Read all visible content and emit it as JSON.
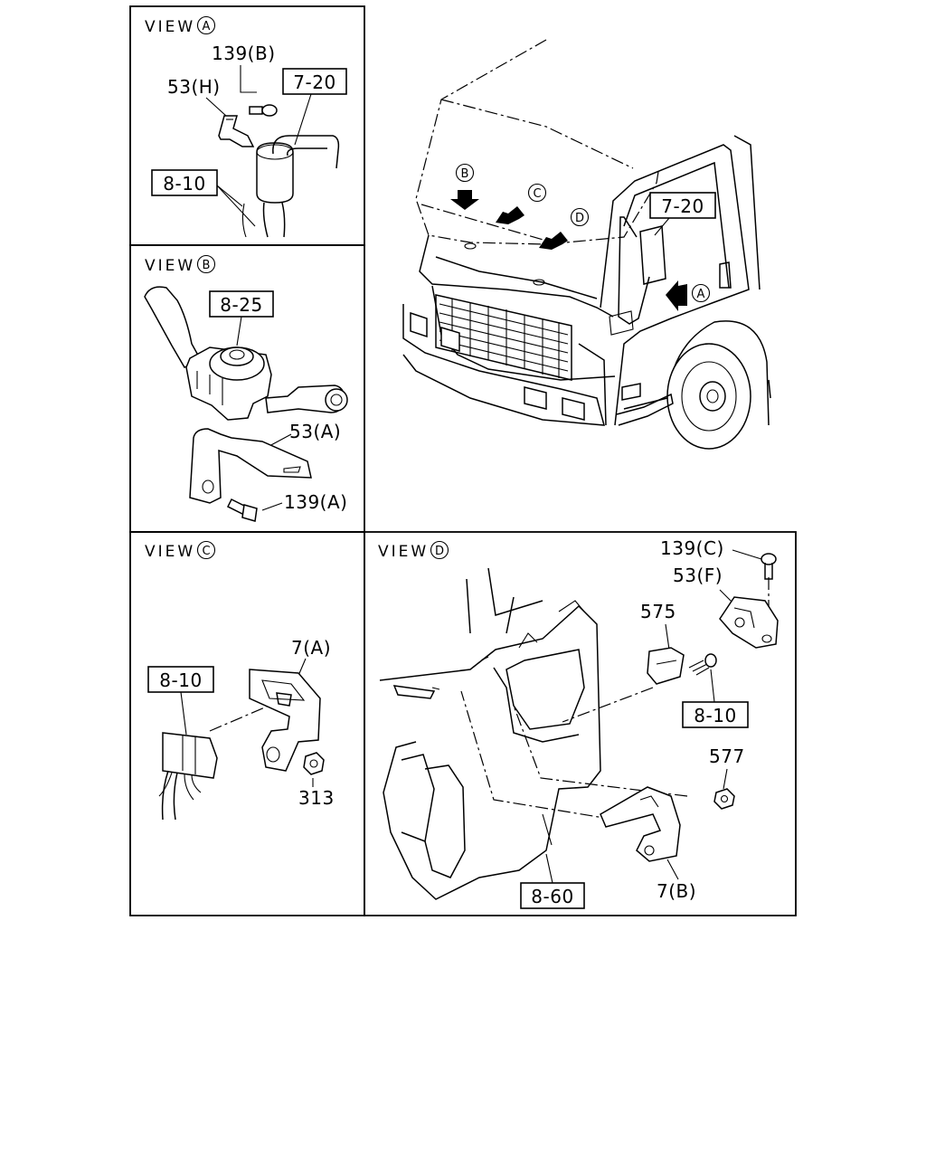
{
  "views": {
    "a": {
      "title": "VIEW",
      "letter": "A"
    },
    "b": {
      "title": "VIEW",
      "letter": "B"
    },
    "c": {
      "title": "VIEW",
      "letter": "C"
    },
    "d": {
      "title": "VIEW",
      "letter": "D"
    }
  },
  "parts": {
    "p139b": "139(B)",
    "p53h": "53(H)",
    "ref720a": "7-20",
    "ref810a": "8-10",
    "ref825": "8-25",
    "p53a": "53(A)",
    "p139a": "139(A)",
    "p7a": "7(A)",
    "ref810c": "8-10",
    "p313": "313",
    "p139c": "139(C)",
    "p53f": "53(F)",
    "p575": "575",
    "ref810d": "8-10",
    "p577": "577",
    "ref860": "8-60",
    "p7b": "7(B)",
    "ref720cab": "7-20"
  },
  "cab_markers": {
    "b": "B",
    "c": "C",
    "d": "D",
    "a": "A"
  }
}
